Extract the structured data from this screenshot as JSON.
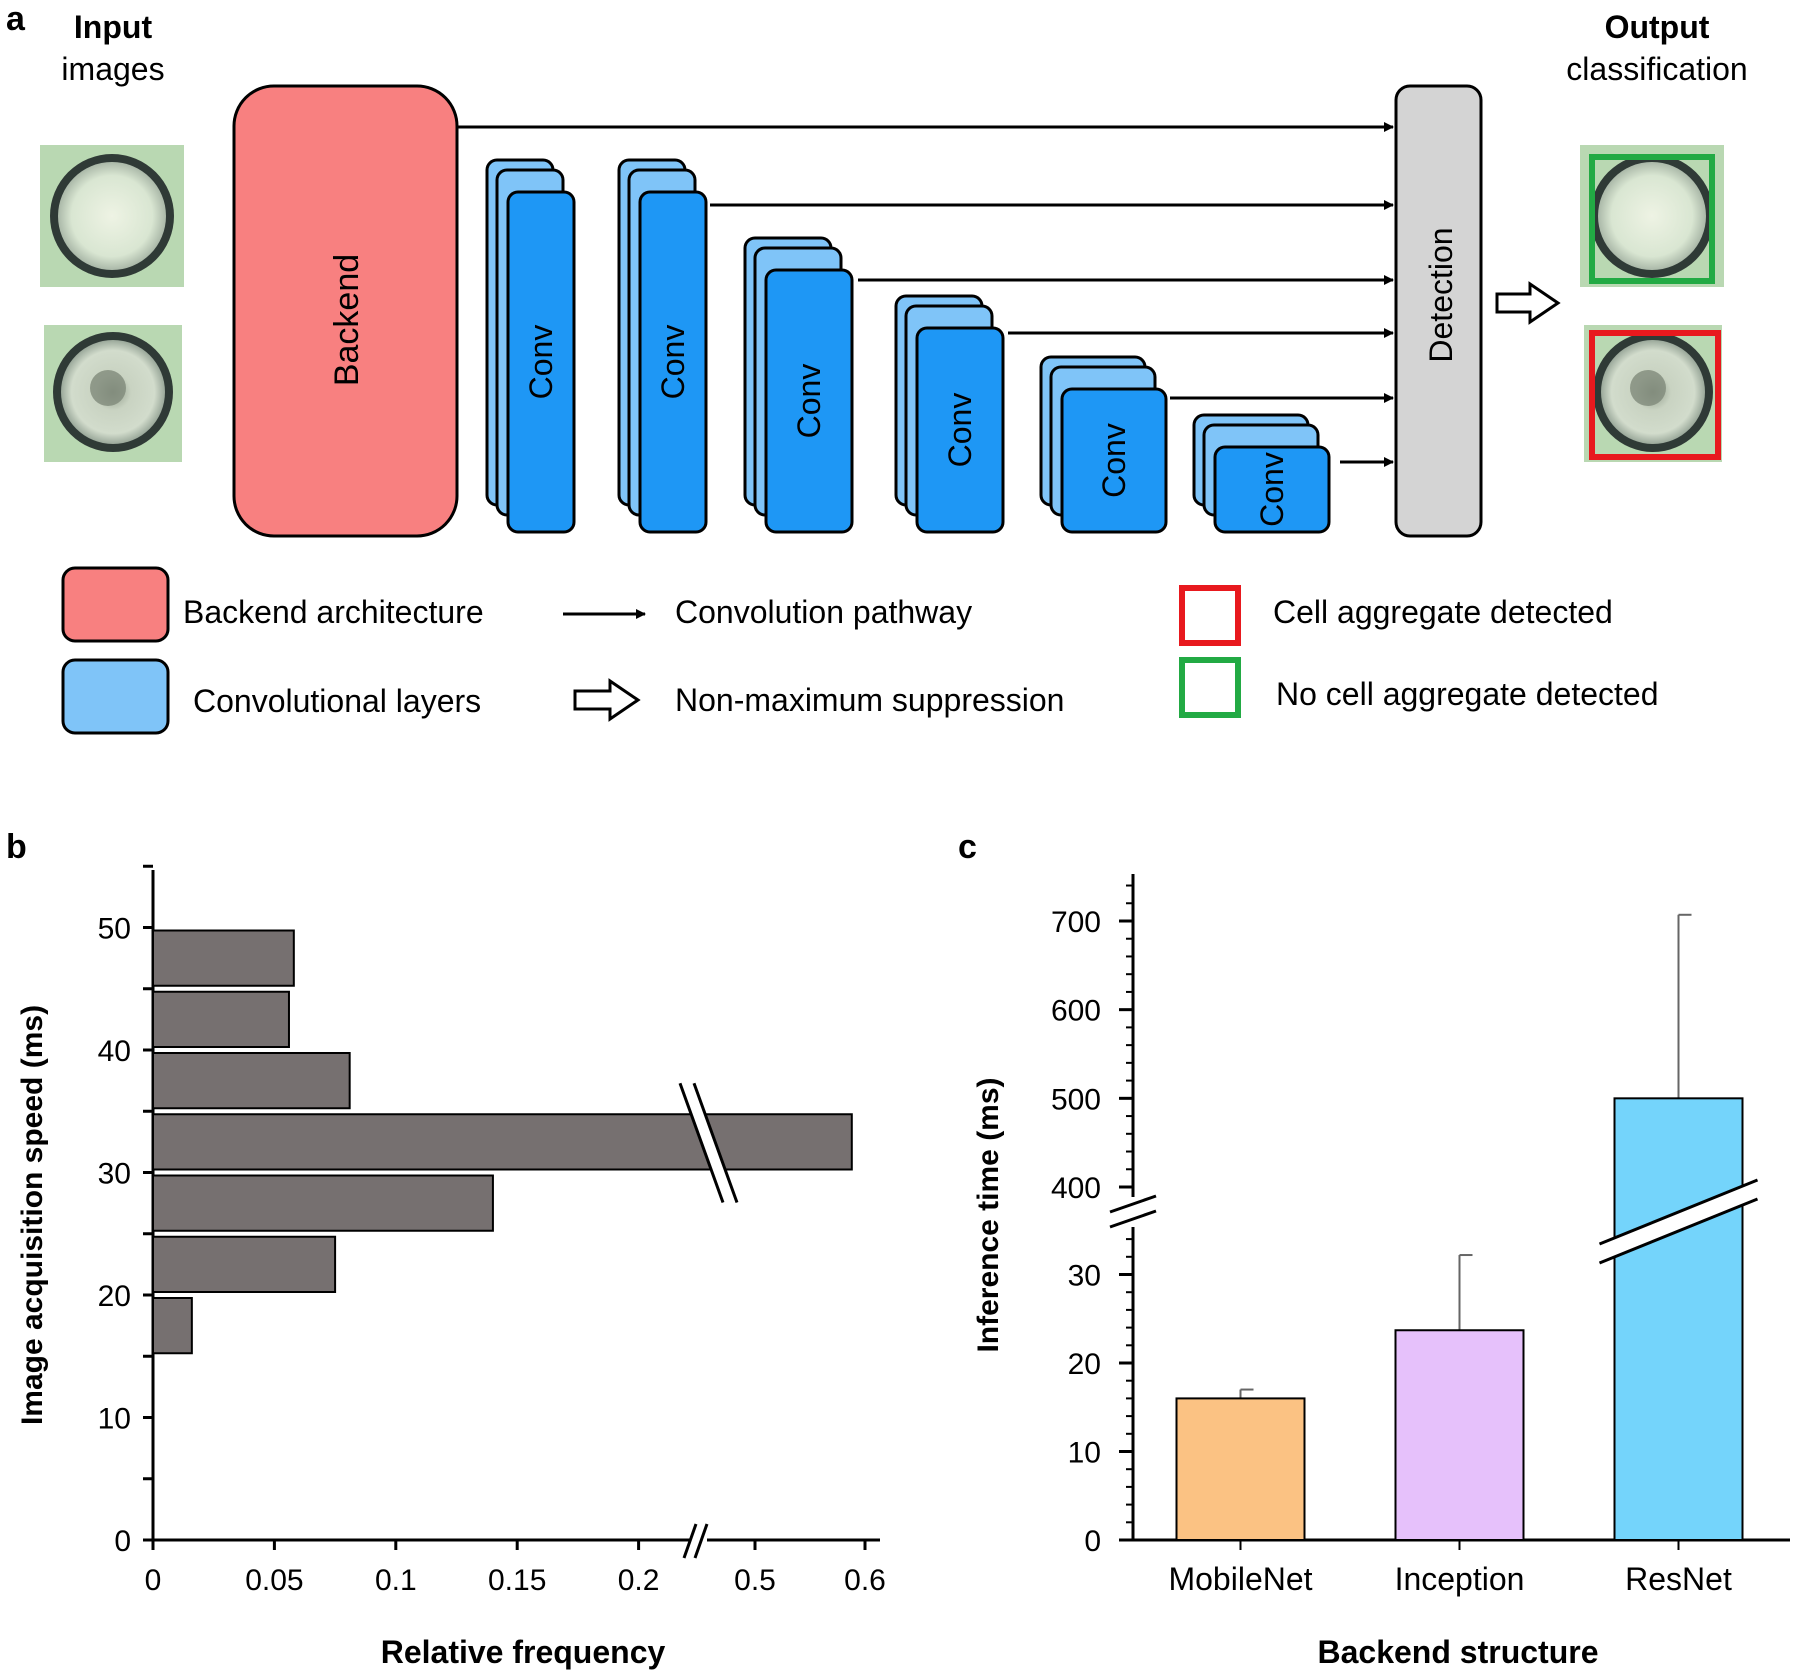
{
  "panel_a": {
    "label": "a",
    "input_title": "Input",
    "input_subtitle": "images",
    "output_title": "Output",
    "output_subtitle": "classification",
    "backend_label": "Backend",
    "conv_label": "Conv",
    "detection_label": "Detection",
    "colors": {
      "backend": "#f88080",
      "conv_light": "#7fc4f8",
      "conv_dark": "#1e97f5",
      "detection": "#d4d4d4",
      "aggregate_box": "#e8191e",
      "no_aggregate_box": "#22aa44"
    },
    "legend": {
      "backend": "Backend architecture",
      "conv_layers": "Convolutional layers",
      "conv_pathway": "Convolution pathway",
      "nms": "Non-maximum suppression",
      "aggregate": "Cell aggregate detected",
      "no_aggregate": "No cell aggregate detected"
    }
  },
  "panel_b": {
    "label": "b"
  },
  "panel_c": {
    "label": "c"
  },
  "chart_data": [
    {
      "type": "bar",
      "orientation": "horizontal",
      "bin_edges": [
        15,
        20,
        25,
        30,
        35,
        40,
        45,
        50
      ],
      "values": [
        0.016,
        0.075,
        0.14,
        0.588,
        0.081,
        0.056,
        0.058
      ],
      "xlabel": "Relative frequency",
      "ylabel": "Image acquisition speed (ms)",
      "x_ticks": [
        "0",
        "0.05",
        "0.1",
        "0.15",
        "0.2",
        "0.5",
        "0.6"
      ],
      "y_ticks": [
        "0",
        "10",
        "20",
        "30",
        "40",
        "50"
      ],
      "x_break": [
        0.22,
        0.45
      ],
      "ylim": [
        0,
        55
      ],
      "bar_color": "#767070"
    },
    {
      "type": "bar",
      "categories": [
        "MobileNet",
        "Inception",
        "ResNet"
      ],
      "values": [
        16,
        23.7,
        500
      ],
      "errors": [
        1,
        8.5,
        207
      ],
      "colors": [
        "#fbc283",
        "#e6c1fb",
        "#74d4fb"
      ],
      "xlabel": "Backend structure",
      "ylabel": "Inference time (ms)",
      "y_ticks_lower": [
        "0",
        "10",
        "20",
        "30"
      ],
      "y_ticks_upper": [
        "400",
        "500",
        "600",
        "700"
      ],
      "y_break": [
        35,
        350
      ]
    }
  ]
}
